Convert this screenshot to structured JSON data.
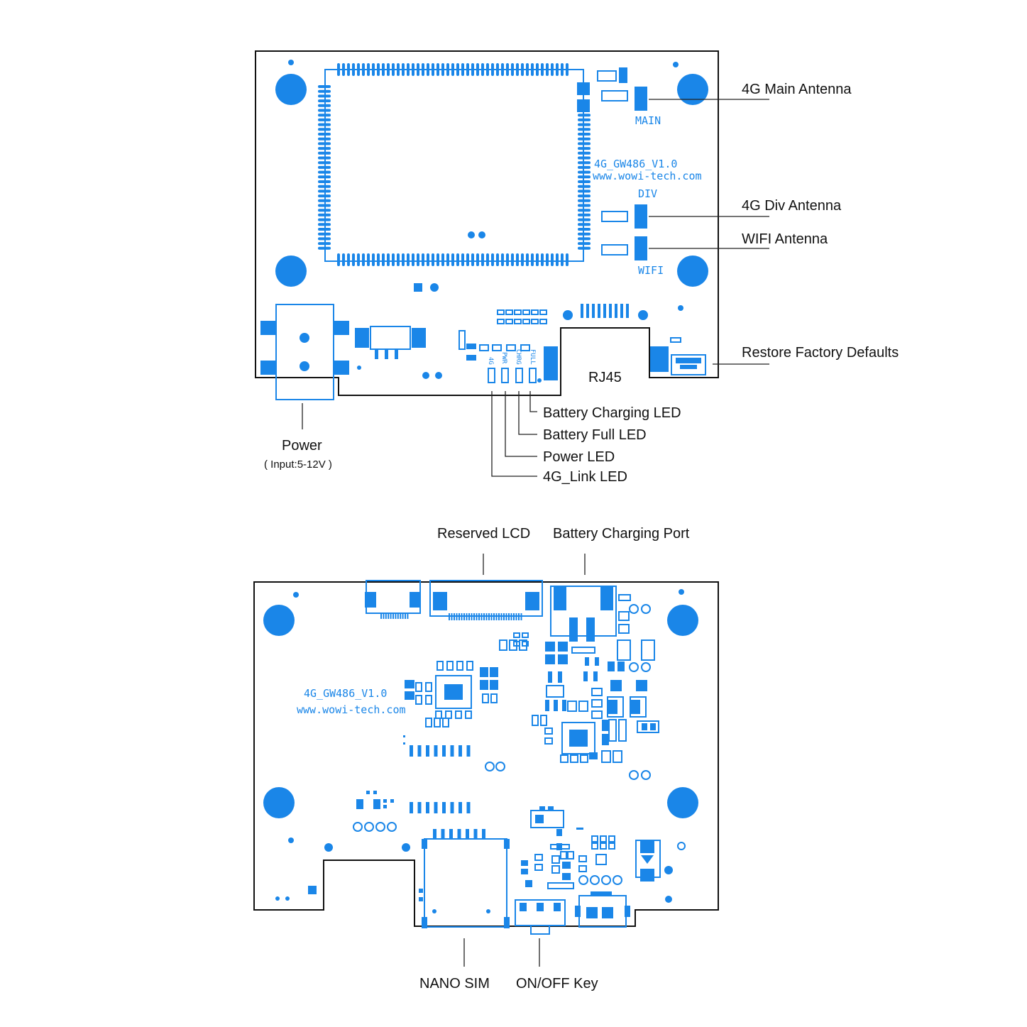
{
  "colors": {
    "silkscreen": "#1a86e8",
    "outline": "#111111"
  },
  "top_board": {
    "model_label": "4G_GW486_V1.0",
    "url_label": "www.wowi-tech.com",
    "silk": {
      "main": "MAIN",
      "div": "DIV",
      "wifi": "WIFI",
      "led_4g": "4G",
      "led_pwr": "PWR",
      "led_chrg": "CHRG",
      "led_full": "FULL"
    },
    "labels": {
      "main_antenna": "4G Main Antenna",
      "div_antenna": "4G Div Antenna",
      "wifi_antenna": "WIFI Antenna",
      "restore": "Restore Factory Defaults",
      "rj45": "RJ45",
      "power": "Power",
      "power_input": "( Input:5-12V )",
      "battery_charging_led": "Battery Charging LED",
      "battery_full_led": "Battery Full LED",
      "power_led": "Power LED",
      "link_led": "4G_Link LED"
    }
  },
  "bottom_board": {
    "model_label": "4G_GW486_V1.0",
    "url_label": "www.wowi-tech.com",
    "labels": {
      "reserved_lcd": "Reserved LCD",
      "battery_charging_port": "Battery Charging Port",
      "nano_sim": "NANO SIM",
      "on_off_key": "ON/OFF Key"
    }
  }
}
